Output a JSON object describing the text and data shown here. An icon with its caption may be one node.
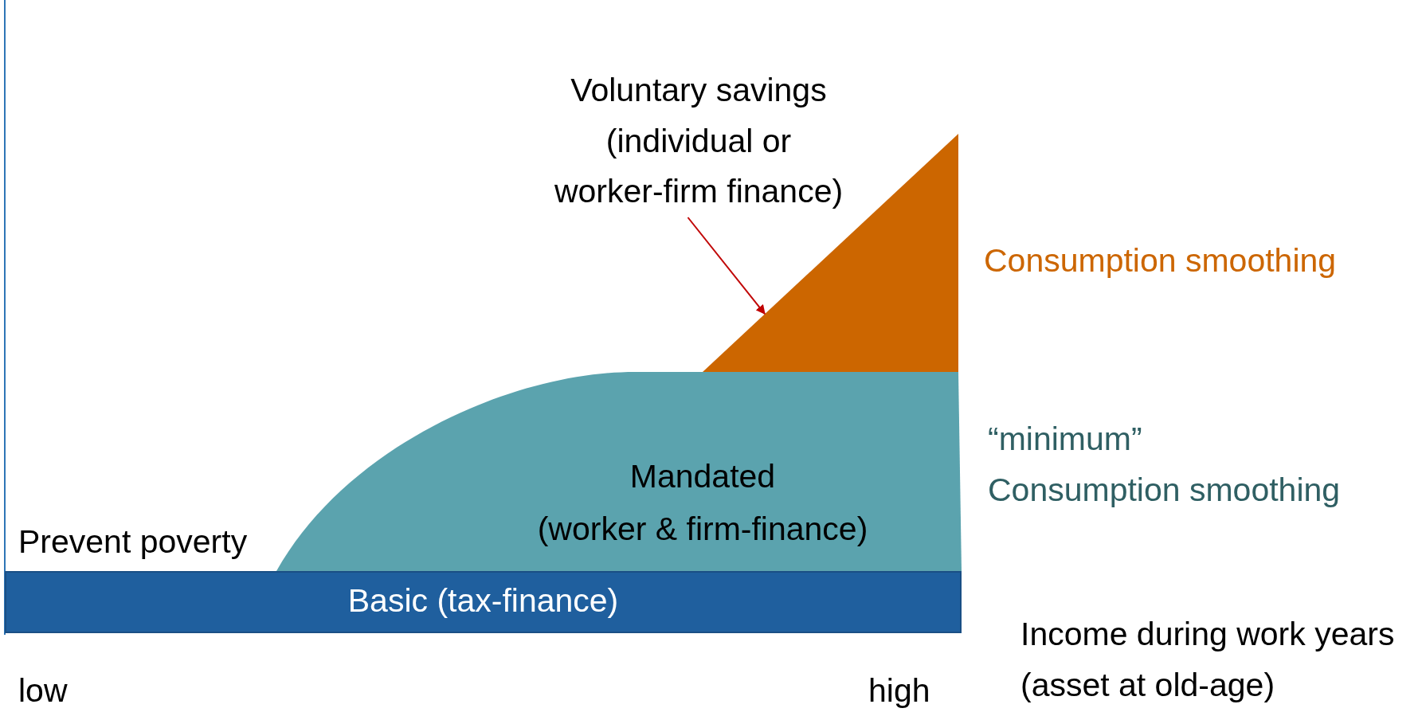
{
  "diagram": {
    "nodes": [
      {
        "text": [
          "Voluntary savings (individual or worker-firm finance)"
        ]
      },
      {
        "text": [],
        "shape": "triangle"
      },
      {
        "text": [
          "Mandated (worker & firm-finance)"
        ]
      },
      {
        "text": [
          "Basic (tax-finance)"
        ]
      }
    ],
    "edges": [
      {
        "from": 0,
        "to": 1,
        "arrow": "to"
      }
    ],
    "labels": [
      "Consumption smoothing",
      "“minimum” Consumption smoothing",
      "Prevent poverty",
      "Income during work years (asset at old-age)",
      "low",
      "high"
    ]
  }
}
